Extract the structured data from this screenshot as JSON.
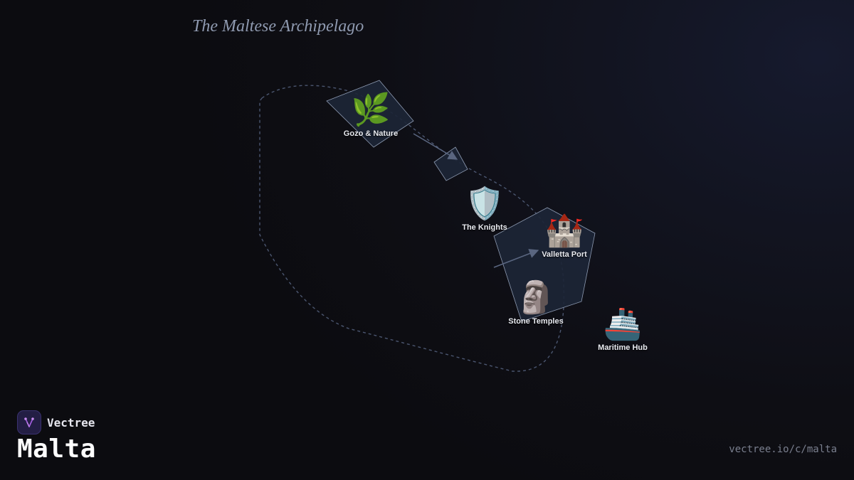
{
  "map": {
    "title": "The Maltese Archipelago"
  },
  "nodes": [
    {
      "id": "gozo",
      "icon": "🌿",
      "icon_name": "herb-icon",
      "label": "Gozo & Nature"
    },
    {
      "id": "knights",
      "icon": "🛡️",
      "icon_name": "shield-icon",
      "label": "The Knights"
    },
    {
      "id": "valletta",
      "icon": "🏰",
      "icon_name": "castle-icon",
      "label": "Valletta Port"
    },
    {
      "id": "temples",
      "icon": "🗿",
      "icon_name": "moai-icon",
      "label": "Stone Temples"
    },
    {
      "id": "maritime",
      "icon": "🚢",
      "icon_name": "ship-icon",
      "label": "Maritime Hub"
    }
  ],
  "brand": {
    "name": "Vectree",
    "logo_icon": "vectree-logo-icon",
    "accent_color": "#a55ee0"
  },
  "country": "Malta",
  "url": "vectree.io/c/malta",
  "colors": {
    "island_fill": "#1c2536",
    "island_stroke": "#8e9bb2",
    "route_color": "#4b5670",
    "arrow_color": "#5a6680"
  }
}
